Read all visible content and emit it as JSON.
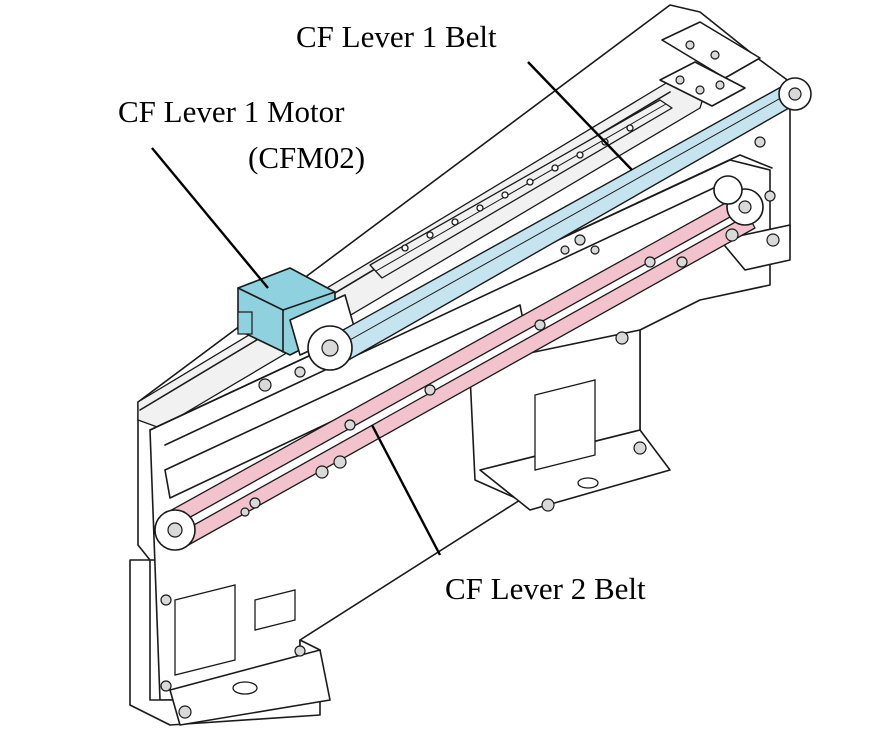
{
  "labels": {
    "lever1_belt": "CF Lever 1 Belt",
    "lever1_motor_line1": "CF Lever 1 Motor",
    "lever1_motor_line2": "(CFM02)",
    "lever2_belt": "CF Lever 2 Belt"
  },
  "colors": {
    "lever1_belt": "#c6e3f0",
    "lever1_motor": "#8fd1de",
    "lever2_belt": "#f2c2cd",
    "line": "#1a1a1a"
  }
}
